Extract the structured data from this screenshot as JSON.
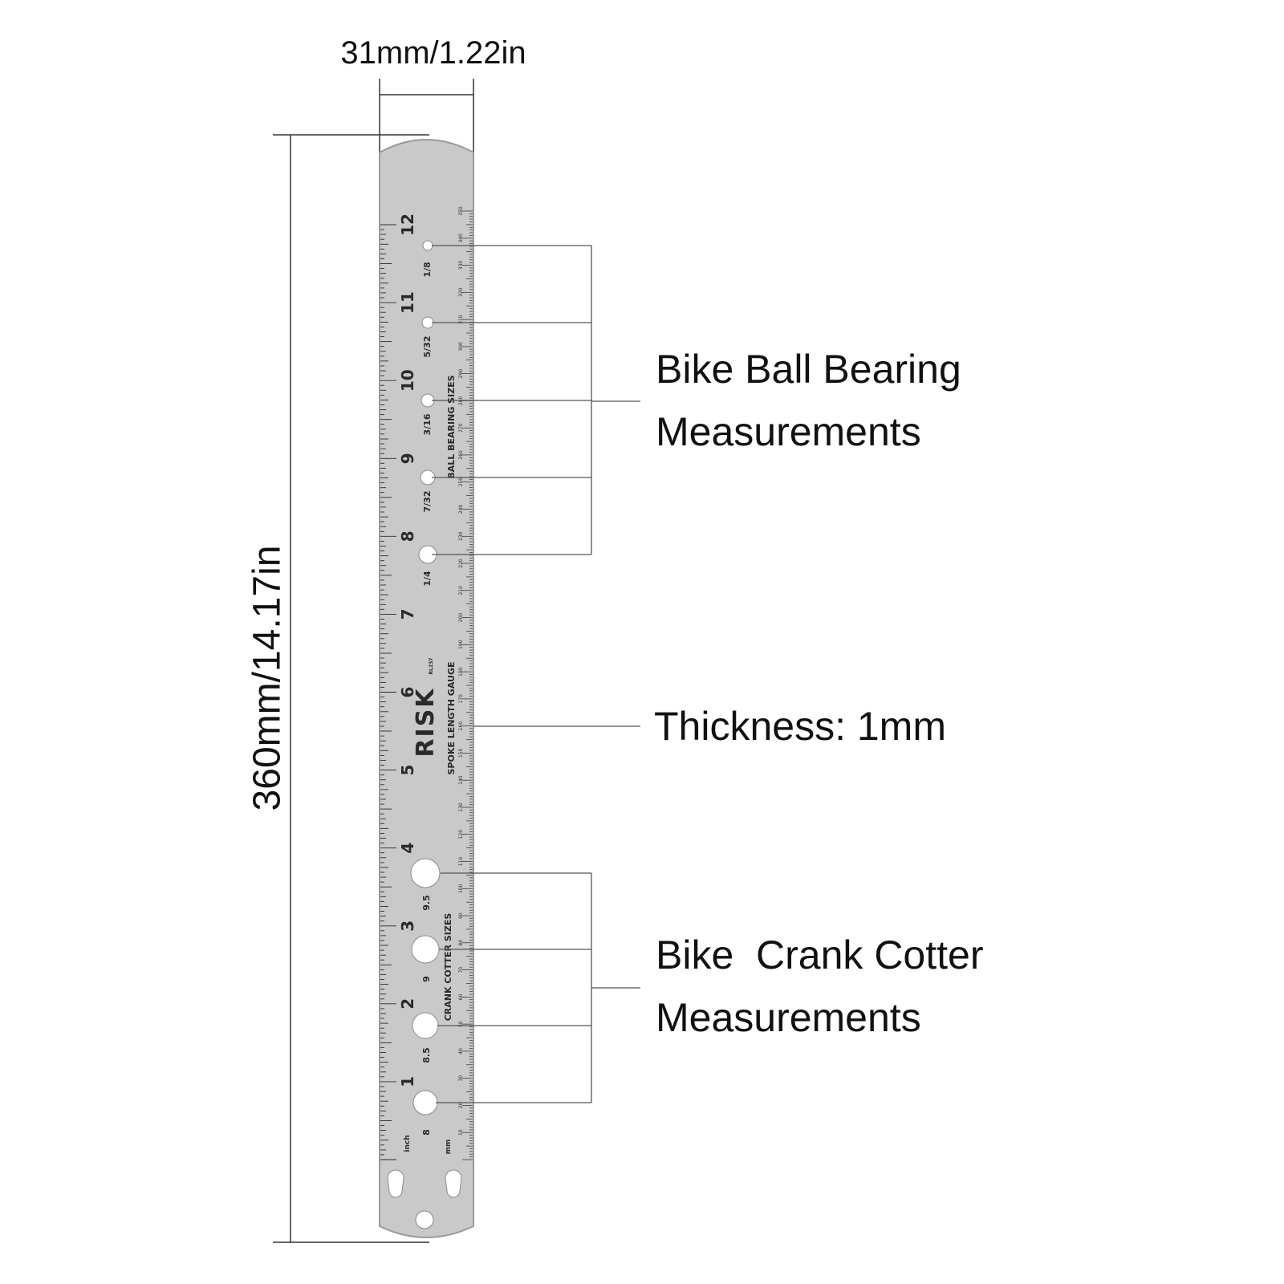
{
  "dimensions": {
    "width": "31mm/1.22in",
    "height": "360mm/14.17in"
  },
  "callouts": {
    "ball_bearing": {
      "line1": "Bike Ball Bearing",
      "line2": "Measurements"
    },
    "thickness": "Thickness: 1mm",
    "crank_cotter": {
      "line1": "Bike  Crank Cotter",
      "line2": "Measurements"
    }
  },
  "ruler": {
    "brand": "RISK",
    "model": "RL237",
    "inch_label": "inch",
    "mm_label": "mm",
    "inch_numbers": [
      "1",
      "2",
      "3",
      "4",
      "5",
      "6",
      "7",
      "8",
      "9",
      "10",
      "11",
      "12"
    ],
    "section_labels": {
      "ball_bearing": "BALL BEARING SIZES",
      "spoke": "SPOKE LENGTH GAUGE",
      "crank": "CRANK COTTER SIZES"
    },
    "ball_bearing_sizes": [
      "1/8",
      "5/32",
      "3/16",
      "7/32",
      "1/4"
    ],
    "crank_cotter_sizes": [
      "9.5",
      "9",
      "8.5",
      "8"
    ],
    "mm_numbers": [
      "10",
      "20",
      "30",
      "40",
      "50",
      "60",
      "70",
      "80",
      "90",
      "100",
      "110",
      "120",
      "130",
      "140",
      "150",
      "160",
      "170",
      "180",
      "190",
      "200",
      "210",
      "220",
      "230",
      "240",
      "250",
      "260",
      "270",
      "280",
      "290",
      "300",
      "310",
      "320",
      "330",
      "340",
      "350"
    ]
  },
  "colors": {
    "ruler_fill": "#c9c9c9",
    "ruler_edge": "#9a9a9a",
    "ink": "#2a2a2a",
    "line": "#555555"
  }
}
